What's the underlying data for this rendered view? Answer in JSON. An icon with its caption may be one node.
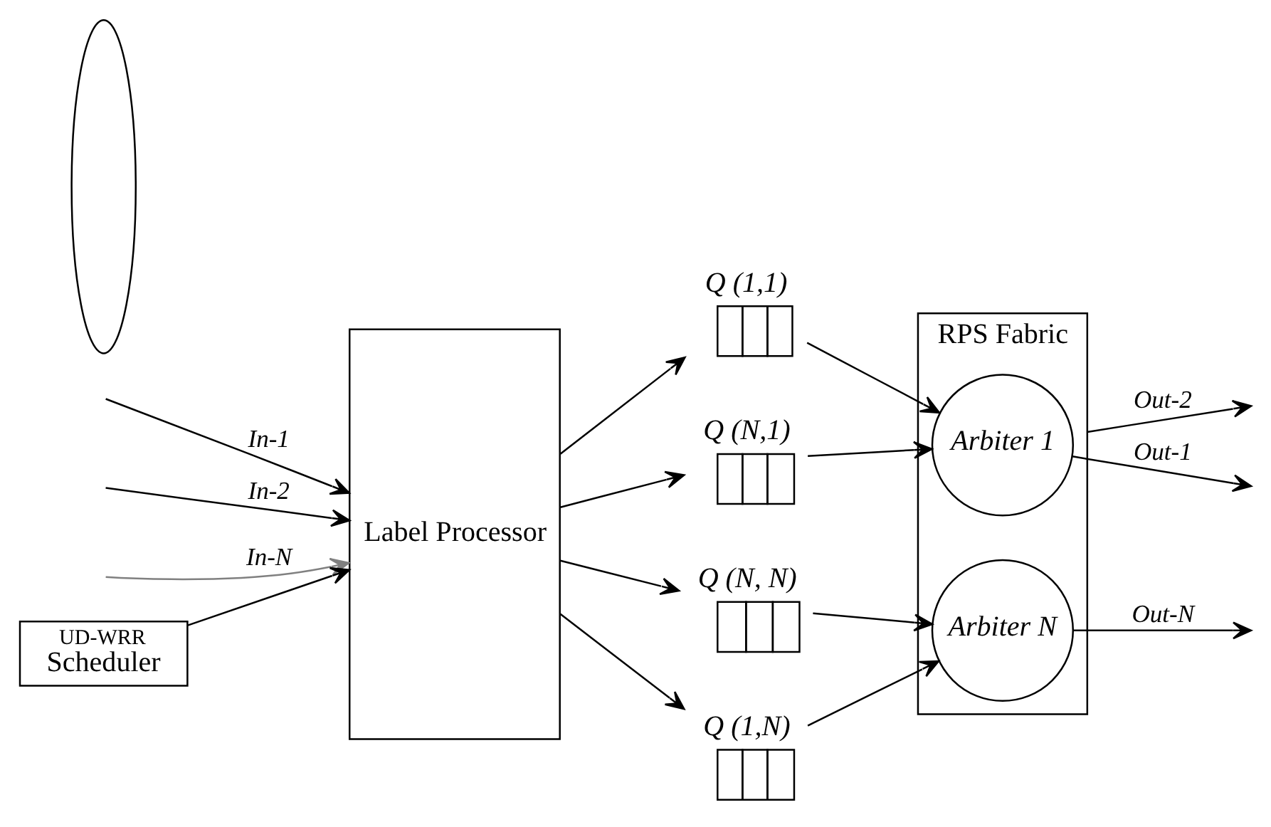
{
  "diagram": {
    "nodes": [
      {
        "text": [
          "UD-WRR",
          "Scheduler"
        ]
      },
      {
        "text": [
          "Label Processor"
        ]
      },
      {
        "text": [
          "Q (1,1)"
        ]
      },
      {
        "text": [
          "Q (1,N)"
        ]
      },
      {
        "text": [
          "Q (N,1)"
        ]
      },
      {
        "text": [
          "Q (N, N)"
        ]
      },
      {
        "text": [
          "RPS Fabric"
        ]
      },
      {
        "text": [
          "Arbiter 1"
        ],
        "in": 6
      },
      {
        "text": [
          "Arbiter N"
        ],
        "in": 6
      },
      {
        "text": [],
        "shape": "ellipse"
      }
    ],
    "edges": [
      {
        "from": 0,
        "to": 1,
        "arrow": "to"
      },
      {
        "from": null,
        "to": 1,
        "arrow": "to",
        "label": "In-1"
      },
      {
        "from": null,
        "to": 1,
        "arrow": "to",
        "label": "In-2"
      },
      {
        "from": null,
        "to": 1,
        "arrow": "to",
        "label": "In-N",
        "color": "#808080"
      },
      {
        "from": 1,
        "to": 2,
        "arrow": "to"
      },
      {
        "from": 1,
        "to": 3,
        "arrow": "to"
      },
      {
        "from": 1,
        "to": 4,
        "arrow": "to"
      },
      {
        "from": 1,
        "to": 5,
        "arrow": "to"
      },
      {
        "from": 2,
        "to": 7,
        "arrow": "to"
      },
      {
        "from": 3,
        "to": 8,
        "arrow": "to"
      },
      {
        "from": 4,
        "to": 7,
        "arrow": "to"
      },
      {
        "from": 5,
        "to": 8,
        "arrow": "to"
      },
      {
        "from": 7,
        "to": null,
        "arrow": "to",
        "label": "Out-1"
      },
      {
        "from": 6,
        "to": null,
        "arrow": "to",
        "label": "Out-2"
      },
      {
        "from": 8,
        "to": null,
        "arrow": "to",
        "label": "Out-N"
      }
    ]
  }
}
